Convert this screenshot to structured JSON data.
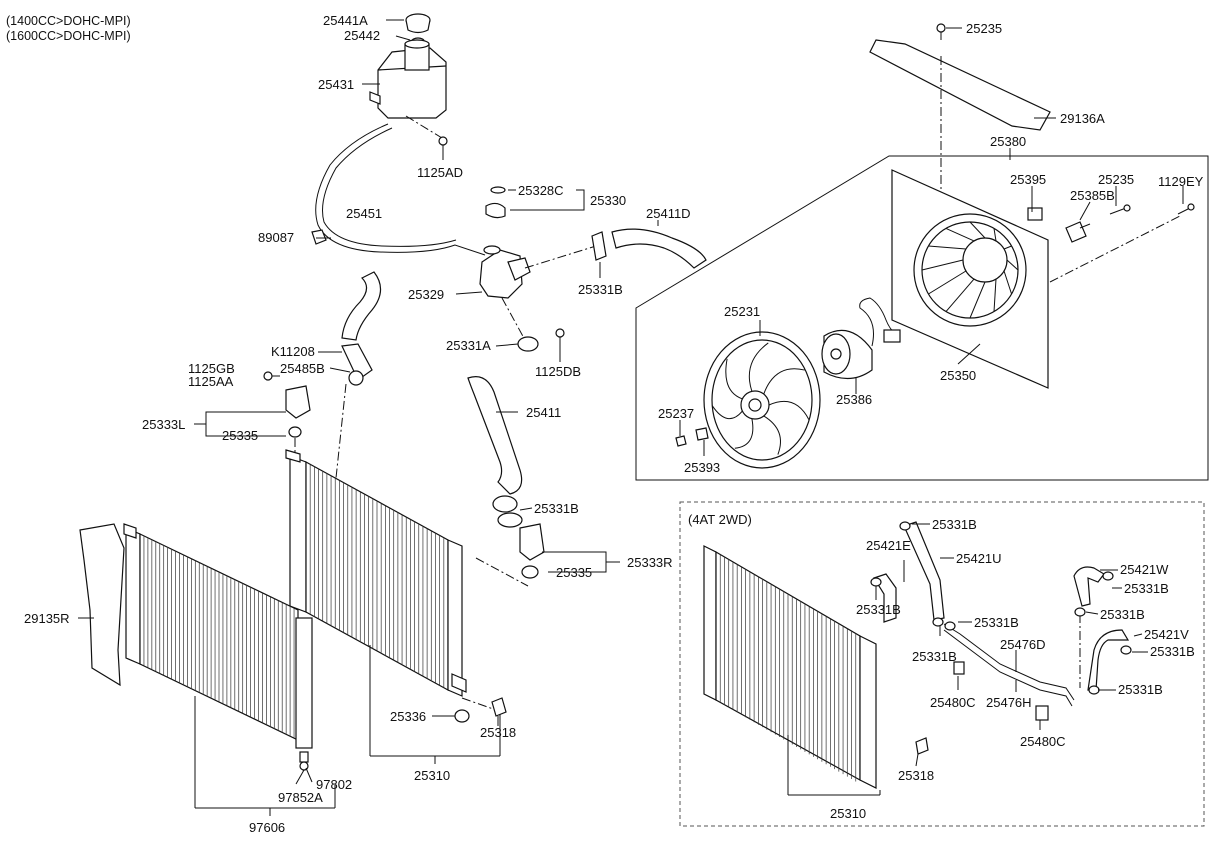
{
  "engine_lines": [
    "(1400CC>DOHC-MPI)",
    "(1600CC>DOHC-MPI)"
  ],
  "inset_title": "(4AT 2WD)",
  "labels": {
    "p25441A": "25441A",
    "p25442": "25442",
    "p25431": "25431",
    "p1125AD": "1125AD",
    "p25451": "25451",
    "p89087": "89087",
    "p25328C": "25328C",
    "p25330": "25330",
    "p25411D": "25411D",
    "p25329": "25329",
    "p25331B_a": "25331B",
    "p25331A": "25331A",
    "p1125DB": "1125DB",
    "pK11208": "K11208",
    "p1125GB": "1125GB",
    "p1125AA": "1125AA",
    "p25485B": "25485B",
    "p25333L": "25333L",
    "p25335_a": "25335",
    "p25411": "25411",
    "p25331B_b": "25331B",
    "p25333R": "25333R",
    "p25335_b": "25335",
    "p29135R": "29135R",
    "p25336": "25336",
    "p25318_a": "25318",
    "p25310_a": "25310",
    "p97802": "97802",
    "p97852A": "97852A",
    "p97606": "97606",
    "p25235_top": "25235",
    "p29136A": "29136A",
    "p25380": "25380",
    "p25395": "25395",
    "p25235_b": "25235",
    "p25385B": "25385B",
    "p1129EY": "1129EY",
    "p25231": "25231",
    "p25350": "25350",
    "p25386": "25386",
    "p25237": "25237",
    "p25393": "25393",
    "p25331B_c": "25331B",
    "p25421E": "25421E",
    "p25421U": "25421U",
    "p25421W": "25421W",
    "p25331B_d": "25331B",
    "p25331B_e": "25331B",
    "p25331B_f": "25331B",
    "p25331B_g": "25331B",
    "p25421V": "25421V",
    "p25331B_h": "25331B",
    "p25331B_i": "25331B",
    "p25476D": "25476D",
    "p25480C_a": "25480C",
    "p25476H": "25476H",
    "p25331B_j": "25331B",
    "p25480C_b": "25480C",
    "p25318_b": "25318",
    "p25310_b": "25310"
  }
}
